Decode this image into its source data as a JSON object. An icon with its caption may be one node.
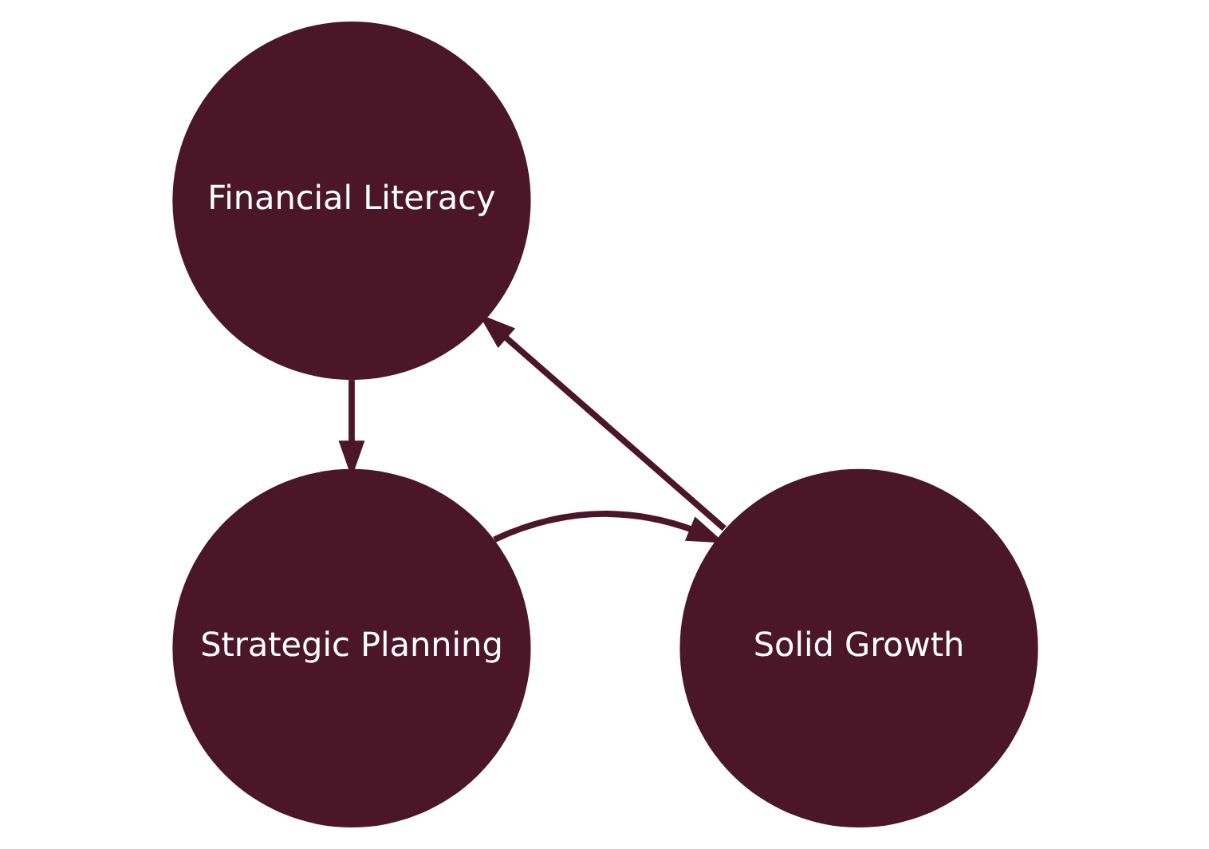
{
  "diagram": {
    "nodes": [
      {
        "text": [
          "Financial Literacy"
        ]
      },
      {
        "text": [
          "Strategic Planning"
        ]
      },
      {
        "text": [
          "Solid Growth"
        ]
      }
    ],
    "edges": [
      {
        "from": 0,
        "to": 1,
        "arrow": "to"
      },
      {
        "from": 1,
        "to": 2,
        "arrow": "to"
      },
      {
        "from": 2,
        "to": 0,
        "arrow": "to"
      }
    ]
  }
}
